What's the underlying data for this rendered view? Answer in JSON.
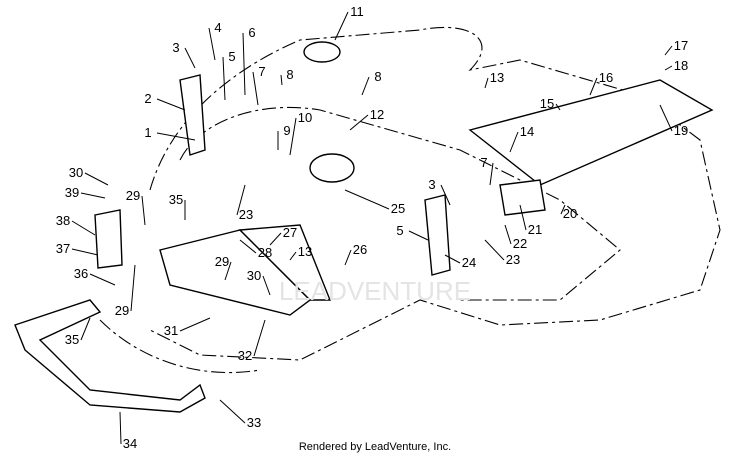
{
  "diagram": {
    "callouts": [
      "3",
      "4",
      "5",
      "6",
      "7",
      "8",
      "11",
      "8",
      "13",
      "17",
      "18",
      "16",
      "15",
      "19",
      "2",
      "1",
      "9",
      "10",
      "12",
      "14",
      "7",
      "30",
      "39",
      "35",
      "29",
      "23",
      "25",
      "20",
      "21",
      "22",
      "3",
      "5",
      "38",
      "37",
      "28",
      "27",
      "13",
      "26",
      "24",
      "23",
      "36",
      "29",
      "30",
      "35",
      "29",
      "31",
      "32",
      "33",
      "34"
    ],
    "watermark": "LEADVENTURE"
  },
  "footer": {
    "text": "Rendered by LeadVenture, Inc."
  }
}
